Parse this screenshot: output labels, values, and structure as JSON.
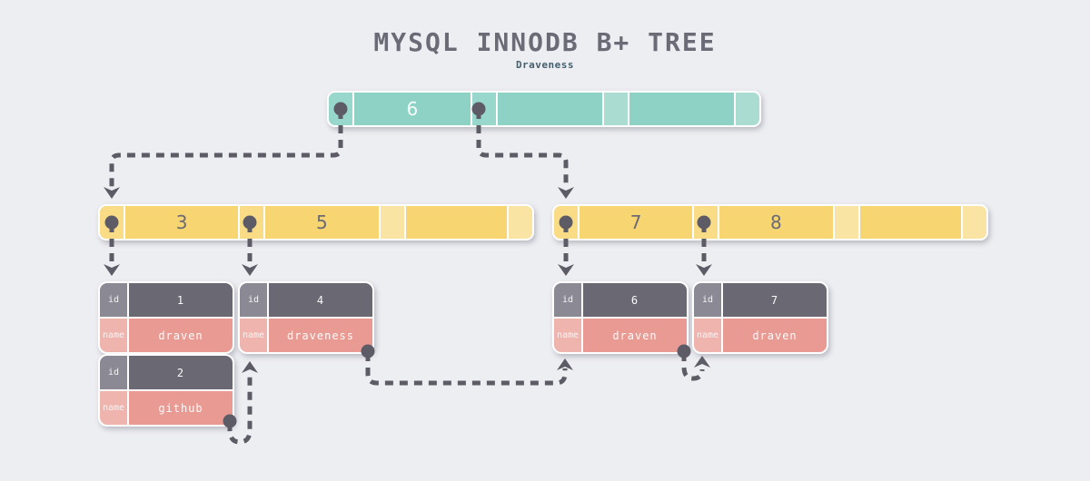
{
  "header": {
    "title": "MYSQL INNODB B+ TREE",
    "subtitle": "Draveness"
  },
  "root": {
    "keys": [
      "6",
      "",
      ""
    ]
  },
  "internal": {
    "left": {
      "keys": [
        "3",
        "5",
        ""
      ]
    },
    "right": {
      "keys": [
        "7",
        "8",
        ""
      ]
    }
  },
  "records": {
    "r1": {
      "id_label": "id",
      "id": "1",
      "name_label": "name",
      "name": "draven"
    },
    "r4": {
      "id_label": "id",
      "id": "4",
      "name_label": "name",
      "name": "draveness"
    },
    "r2": {
      "id_label": "id",
      "id": "2",
      "name_label": "name",
      "name": "github"
    },
    "r6": {
      "id_label": "id",
      "id": "6",
      "name_label": "name",
      "name": "draven"
    },
    "r7": {
      "id_label": "id",
      "id": "7",
      "name_label": "name",
      "name": "draven"
    }
  },
  "colors": {
    "background": "#edeef2",
    "title_color": "#6b6b77",
    "subtitle_color": "#44606e",
    "root_key_fill": "#8dd2c5",
    "root_ptr_fill": "#98d7cb",
    "root_empty_fill": "#aadcd2",
    "internal_key_fill": "#f7d671",
    "internal_ptr_fill": "#f9dc85",
    "internal_empty_fill": "#fae4a4",
    "id_row_fill": "#696873",
    "id_label_fill": "#8b8a94",
    "name_row_fill": "#e99b93",
    "name_label_fill": "#efb4ad",
    "connector": "#5c5b66"
  }
}
